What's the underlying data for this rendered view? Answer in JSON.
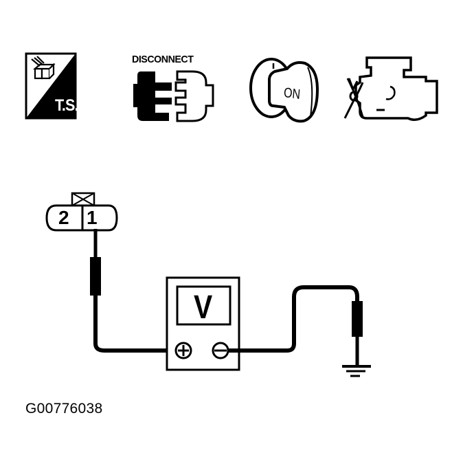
{
  "icons": {
    "ts": {
      "label": "T.S.",
      "meaning": "troubleshooting-icon"
    },
    "disconnect": {
      "label": "DISCONNECT",
      "meaning": "disconnect-connector-icon"
    },
    "ignition": {
      "label": "ON",
      "meaning": "ignition-key-on-icon"
    },
    "engine": {
      "meaning": "engine-off-icon"
    }
  },
  "diagram": {
    "connector": {
      "terminals": [
        "2",
        "1"
      ]
    },
    "meter": {
      "label": "V",
      "positive": "+",
      "negative": "−"
    }
  },
  "figure_id": "G00776038",
  "colors": {
    "ink": "#000000",
    "background": "#ffffff"
  }
}
